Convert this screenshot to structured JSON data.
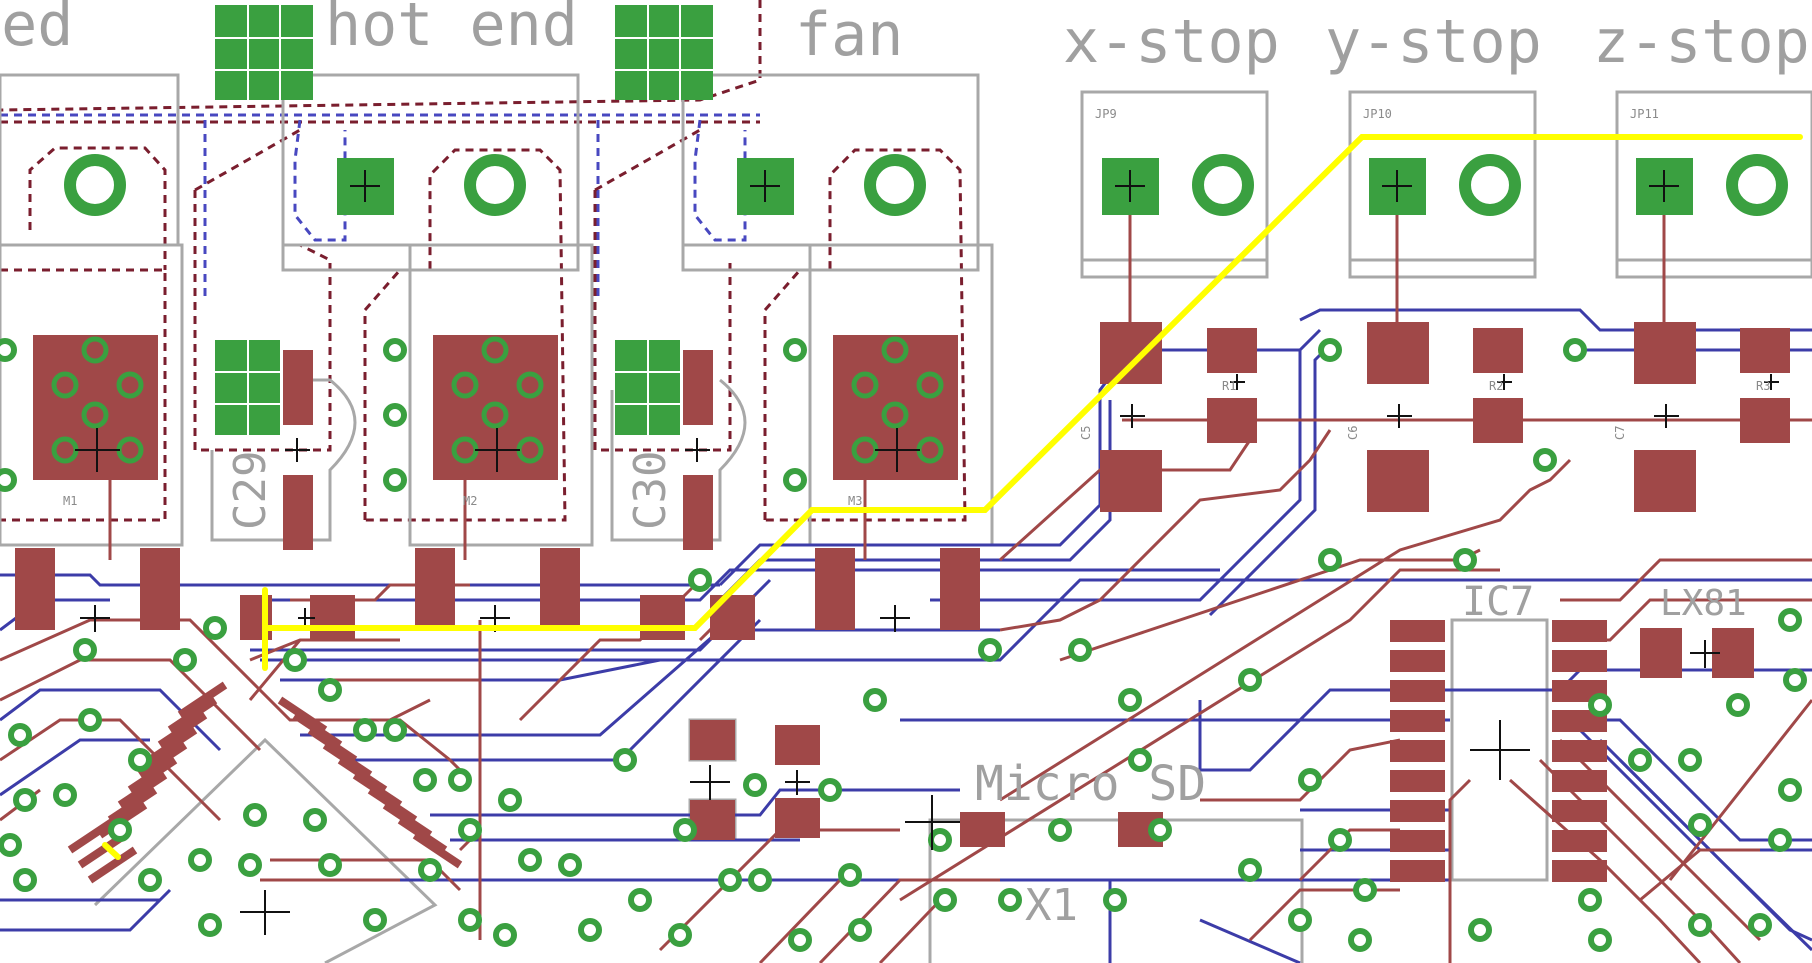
{
  "board": {
    "labels": {
      "bed": "bed",
      "hot_end": "hot end",
      "fan": "fan",
      "x_stop": "x-stop",
      "y_stop": "y-stop",
      "z_stop": "z-stop",
      "micro_sd": "Micro SD",
      "c29": "C29",
      "c30": "C30",
      "ic7": "IC7",
      "x1": "X1",
      "jp9": "JP9",
      "jp10": "JP10",
      "jp11": "JP11",
      "m1": "M1",
      "m2": "M2",
      "m3": "M3",
      "r1": "R1",
      "r2": "R2",
      "r3": "R3",
      "c6": "C6",
      "c7": "C7",
      "c5": "C5",
      "lx1": "LX81"
    },
    "colors": {
      "background": "#ffffff",
      "silkscreen": "#a0a0a0",
      "top_copper": "#a04848",
      "bottom_copper": "#3c3ca8",
      "via": "#3aa040",
      "highlight": "#ffff00",
      "dashed_red": "#7a1e2e",
      "dashed_blue": "#4848c0"
    }
  }
}
